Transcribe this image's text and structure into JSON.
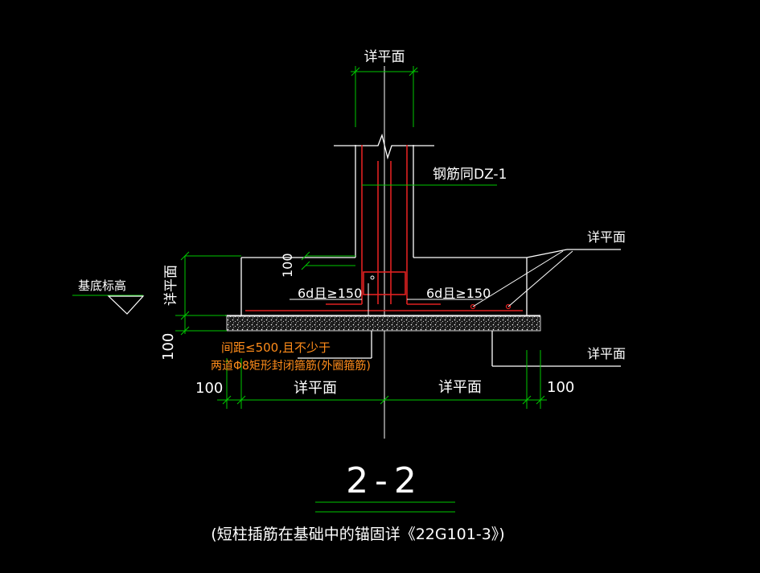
{
  "colors": {
    "background": "#000000",
    "outline": "#ffffff",
    "dimension": "#00c800",
    "rebar": "#e02020",
    "stirrup_note": "#ff8c1a",
    "centerline": "#ffffff"
  },
  "labels": {
    "top_width": "详平面",
    "rebar_same": "钢筋同DZ-1",
    "right_upper": "详平面",
    "right_lower": "详平面",
    "base_elev": "基底标高",
    "left_height": "详平面",
    "dim_100_vertical": "100",
    "dim_100_left": "100",
    "dim_100_left_bottom": "100",
    "dim_100_right": "100",
    "anchor_left": "6d且≥150",
    "anchor_right": "6d且≥150",
    "stirrup_note_1": "间距≤500,且不少于",
    "stirrup_note_2": "两道Φ8矩形封闭箍筋(外圈箍筋)",
    "bottom_left_plan": "详平面",
    "bottom_right_plan": "详平面",
    "section_title": "2-2",
    "caption": "(短柱插筋在基础中的锚固详《22G101-3》)"
  }
}
